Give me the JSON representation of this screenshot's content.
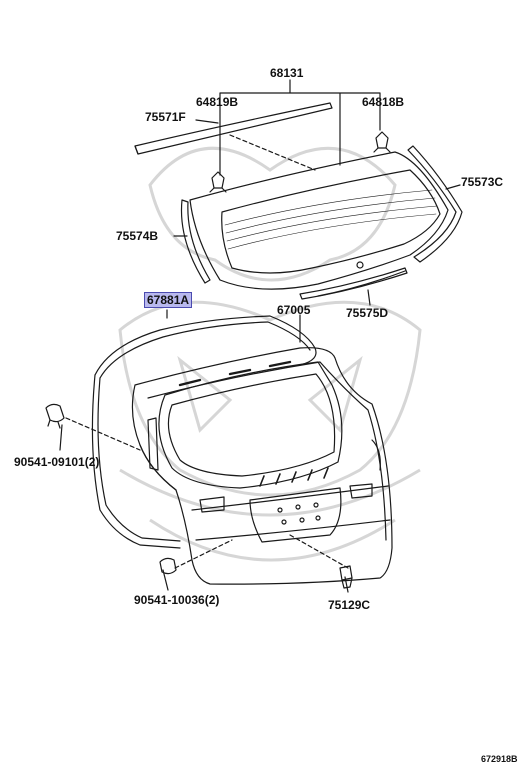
{
  "colors": {
    "line": "#1a1a1a",
    "highlight_fill": "#b9b9ee",
    "highlight_border": "#4b4bb0",
    "watermark": "#d6d6d6"
  },
  "parts": {
    "p68131": "68131",
    "p64819B": "64819B",
    "p64818B": "64818B",
    "p75571F": "75571F",
    "p75573C": "75573C",
    "p75574B": "75574B",
    "p67881A": "67881A",
    "p67005": "67005",
    "p75575D": "75575D",
    "p90541_09101": "90541-09101(2)",
    "p90541_10036": "90541-10036(2)",
    "p75129C": "75129C"
  },
  "figure_ref": "672918B",
  "selected_part": "67881A"
}
